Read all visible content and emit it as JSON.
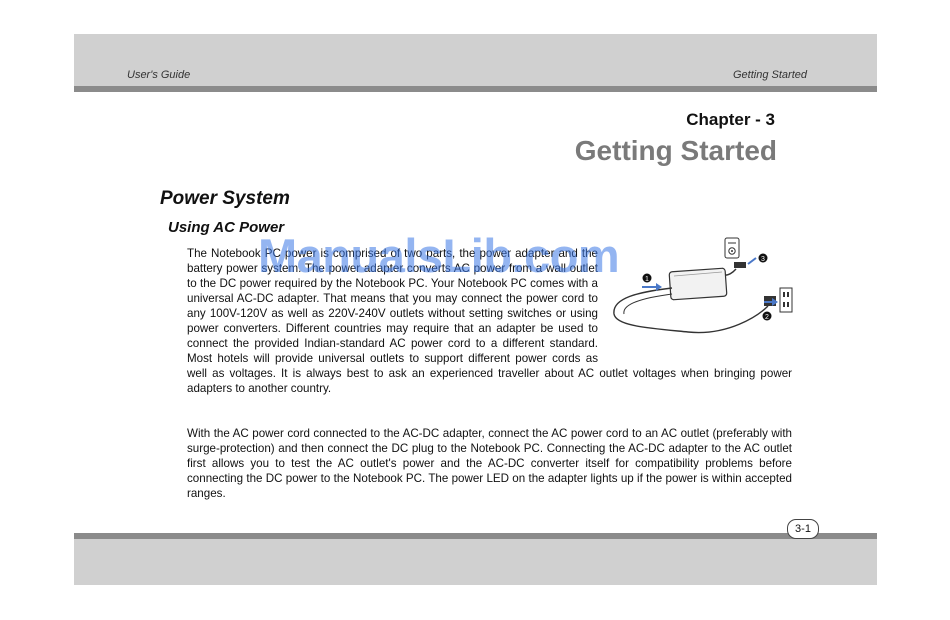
{
  "header": {
    "left": "User's Guide",
    "right": "Getting Started"
  },
  "chapter": {
    "number_label": "Chapter - 3",
    "title": "Getting Started"
  },
  "section": {
    "title": "Power System",
    "subtitle": "Using AC Power"
  },
  "paragraphs": [
    "The Notebook PC power is comprised of two parts, the power adapter and the battery power system. The power adapter converts AC power from a wall outlet to the DC power required by the Notebook PC. Your Notebook PC comes with a universal AC-DC adapter. That means that you may connect the power cord to any 100V-120V as well as 220V-240V outlets without setting switches or using power converters. Different countries may require that an adapter be used to connect the provided Indian-standard AC power cord to a different standard. Most hotels will provide universal outlets to support different power cords as well as voltages. It is always best to ask an experienced traveller about AC outlet voltages when bringing power adapters to another country.",
    "With the AC power cord connected to the AC-DC adapter, connect the AC power cord to an AC outlet (preferably with surge-protection) and then connect the DC plug to the Notebook PC. Connecting the AC-DC adapter to the AC outlet first allows you to test the AC outlet's power and the AC-DC converter itself for compatibility problems before connecting the DC power to the Notebook PC. The power LED on the adapter lights up if the power is within accepted ranges."
  ],
  "figure": {
    "step_labels": [
      "1",
      "2",
      "3"
    ]
  },
  "watermark": "ManualsLib.com",
  "page_number": "3-1",
  "colors": {
    "band": "#d0d0d0",
    "rule": "#8b8b8b",
    "title_gray": "#7a7a7a",
    "watermark": "#3c78e6"
  }
}
